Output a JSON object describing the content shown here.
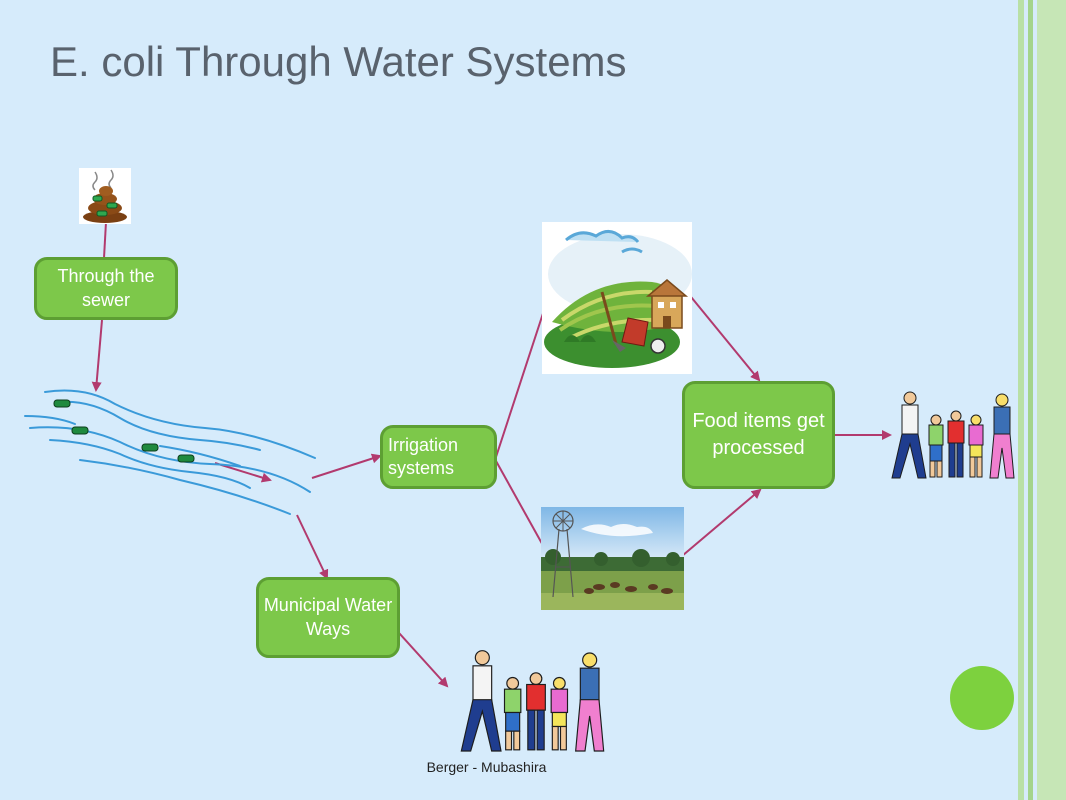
{
  "slide": {
    "title": "E. coli Through Water Systems",
    "footer": "Berger - Mubashira"
  },
  "nodes": {
    "sewer": "Through the sewer",
    "irrigation": "Irrigation systems",
    "municipal": "Municipal Water Ways",
    "food": "Food items get processed"
  },
  "colors": {
    "background": "#d6ebfb",
    "node_fill": "#7dc84a",
    "node_border": "#5d9f33",
    "arrow": "#b23a6e",
    "water": "#3a9ad9",
    "title": "#59626d",
    "accent_dot": "#7dd13e"
  },
  "icons": [
    "poop-icon",
    "river-icon",
    "farm-field-icon",
    "windmill-pasture-icon",
    "family-icon"
  ]
}
